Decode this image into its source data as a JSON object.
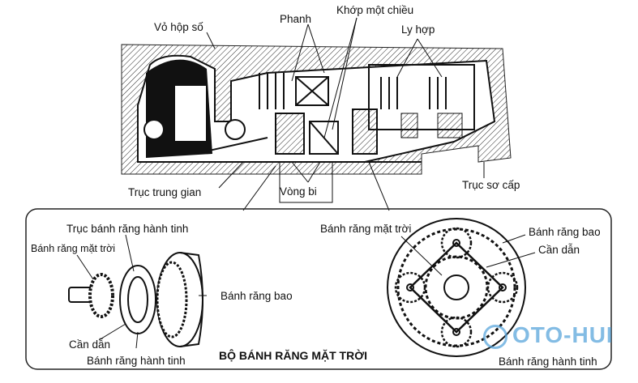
{
  "top_section": {
    "labels": {
      "housing": "Vỏ hộp số",
      "brake": "Phanh",
      "one_way_clutch": "Khớp một chiều",
      "clutch": "Ly hợp",
      "countershaft": "Trục trung gian",
      "bearing": "Vòng bi",
      "input_shaft": "Trục sơ cấp"
    }
  },
  "planetary_set": {
    "title": "BỘ BÁNH RĂNG MẶT TRỜI",
    "exploded_labels": {
      "planet_pinion_shaft": "Trục bánh răng hành tinh",
      "sun_gear": "Bánh răng mặt trời",
      "carrier": "Cần dẫn",
      "planet_gear": "Bánh răng hành tinh",
      "ring_gear": "Bánh răng bao"
    },
    "front_view_labels": {
      "sun_gear": "Bánh răng mặt trời",
      "ring_gear": "Bánh răng bao",
      "carrier": "Cần dẫn",
      "planet_gear": "Bánh răng hành tinh"
    }
  },
  "watermark": "OTO-HUI"
}
